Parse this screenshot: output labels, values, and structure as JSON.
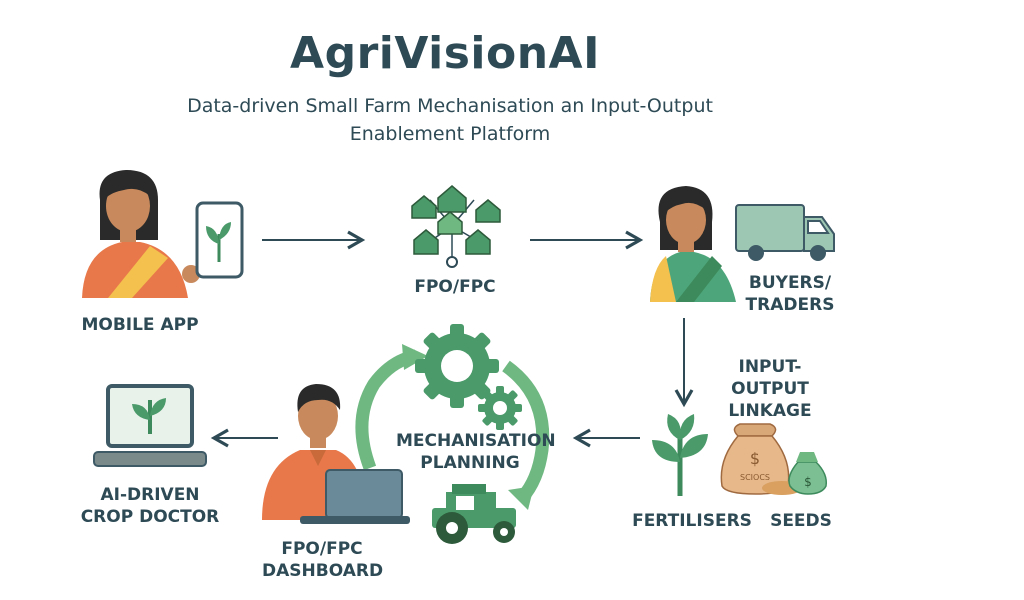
{
  "title": "AgriVisionAI",
  "subtitle": "Data-driven Small Farm Mechanisation an Input-Output Enablement Platform",
  "nodes": {
    "mobile_app": "MOBILE APP",
    "fpo_fpc": "FPO/FPC",
    "buyers_traders": "BUYERS/ TRADERS",
    "input_output_linkage": "INPUT-OUTPUT LINKAGE",
    "fertilisers": "FERTILISERS",
    "seeds": "SEEDS",
    "mechanisation_planning": "MECHANISATION PLANNING",
    "fpo_fpc_dashboard": "FPO/FPC DASHBOARD",
    "ai_crop_doctor": "AI-DRIVEN CROP DOCTOR"
  },
  "bag_texts": {
    "dollar": "$",
    "bag_label": "SCIOCS"
  },
  "colors": {
    "text": "#2d4a55",
    "green": "#4a9a6a",
    "light_green": "#6fb882",
    "orange": "#e8784a",
    "yellow": "#f4c04e",
    "teal": "#4da67b",
    "skin": "#c88a5c",
    "hair": "#2a2a2a"
  },
  "icons": [
    "farmer-woman-icon",
    "smartphone-icon",
    "village-network-icon",
    "trader-woman-icon",
    "truck-icon",
    "seedling-icon",
    "money-bag-icon",
    "seed-bag-icon",
    "gear-icon",
    "tractor-icon",
    "laptop-icon",
    "farmer-man-icon"
  ]
}
